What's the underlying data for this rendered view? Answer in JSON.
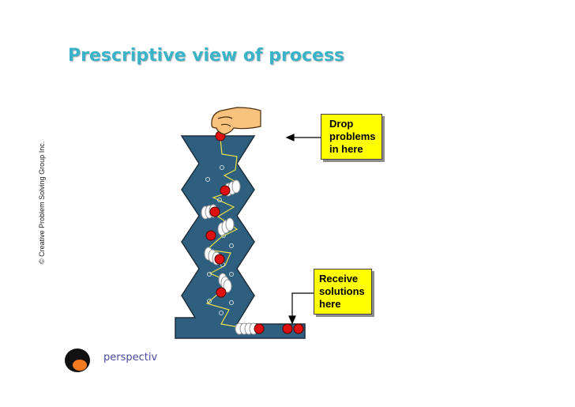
{
  "slide": {
    "title": "Prescriptive view of process",
    "copyright": "© Creative Problem Solving Group Inc.",
    "brand": "perspectiv"
  },
  "callouts": {
    "drop": [
      "Drop",
      "problems",
      "in here"
    ],
    "receive": [
      "Receive",
      "solutions",
      "here"
    ]
  },
  "colors": {
    "title": "#3ab3c9",
    "funnel": "#2e5f7e",
    "callout": "#ffff00",
    "ball": "#dd1111",
    "hand": "#f7c27e",
    "path": "#e8e24a"
  },
  "icons": {
    "hand": "hand-icon",
    "logo": "perspectiv-logo-icon"
  }
}
